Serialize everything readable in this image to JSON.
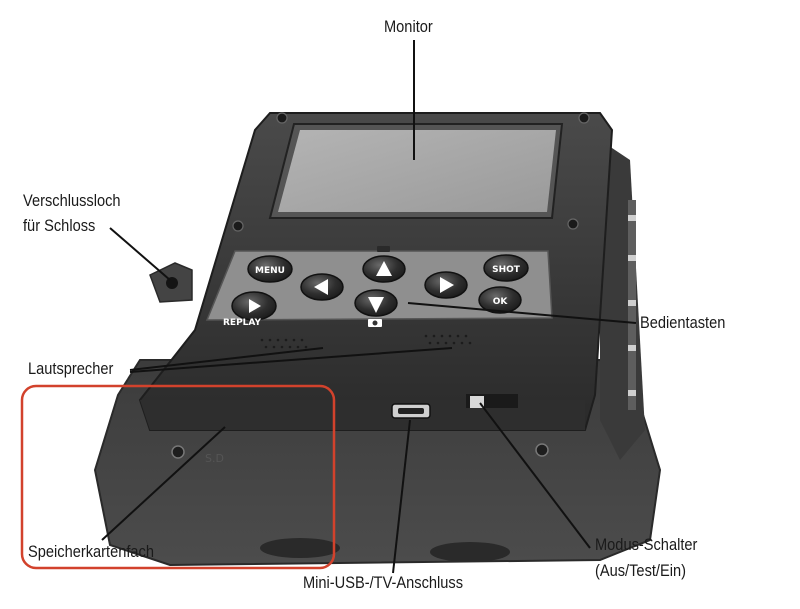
{
  "labels": {
    "monitor": "Monitor",
    "lock_hole_line1": "Verschlussloch",
    "lock_hole_line2": "für Schloss",
    "control_buttons": "Bedientasten",
    "speaker": "Lautsprecher",
    "memory_card_slot": "Speicherkartenfach",
    "mini_usb": "Mini-USB-/TV-Anschluss",
    "mode_switch_line1": "Modus-Schalter",
    "mode_switch_line2": "(Aus/Test/Ein)"
  },
  "device_buttons": {
    "menu": "MENU",
    "shot": "SHOT",
    "ok": "OK",
    "replay": "REPLAY"
  },
  "colors": {
    "highlight_box": "#d2422c",
    "device_body": "#3a3a3a",
    "keypad": "#8f8f8f",
    "screen": "#a9a9a9"
  },
  "icons": [
    "up-arrow-icon",
    "down-arrow-icon",
    "left-arrow-icon",
    "right-arrow-icon",
    "play-icon",
    "camera-icon"
  ]
}
